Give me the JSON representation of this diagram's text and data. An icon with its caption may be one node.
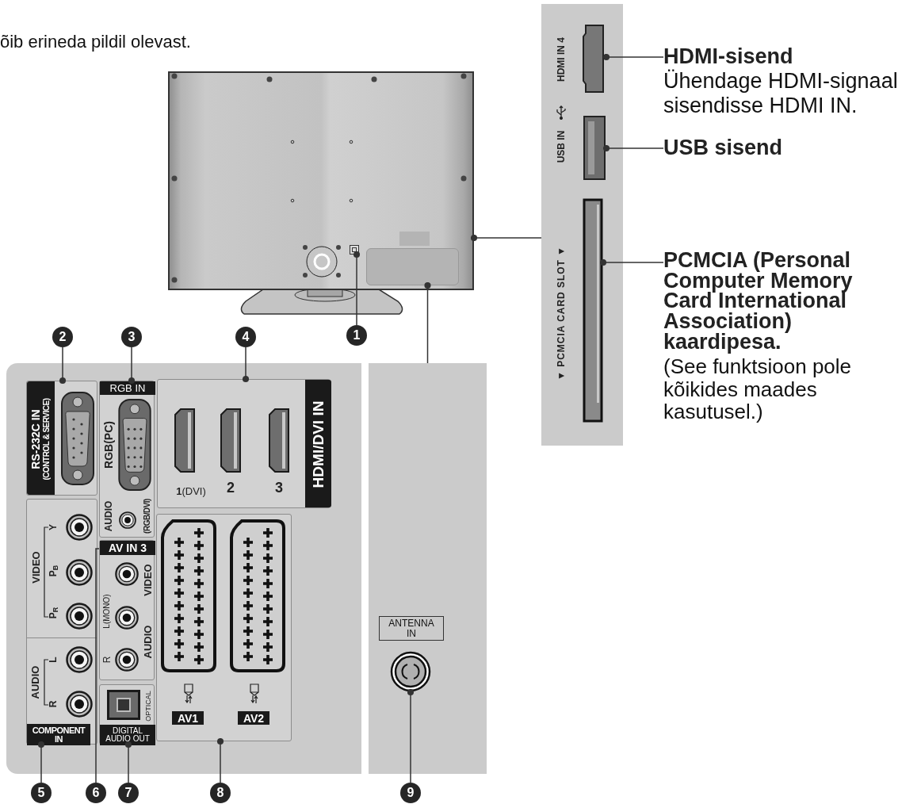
{
  "diagram": {
    "nodes": [
      {
        "text": [],
        "shape": "picture"
      },
      {
        "text": [],
        "shape": "box",
        "in": 0
      },
      {
        "text": [],
        "shape": "box",
        "in": 0
      },
      {
        "text": [
          "HDMI IN 4",
          "USB IN",
          "▼ PCMCIA CARD SLOT ▼"
        ]
      },
      {
        "text": [],
        "shape": "box",
        "in": 3
      },
      {
        "text": [],
        "shape": "box",
        "in": 3
      },
      {
        "text": [],
        "shape": "box",
        "in": 3
      },
      {
        "text": [
          "HDMI-sisend",
          "Ühendage HDMI-signaal sisendisse HDMI IN."
        ]
      },
      {
        "text": [
          "USB sisend"
        ]
      },
      {
        "text": [
          "PCMCIA (Personal Computer Memory Card International Association) kaardipesa.",
          "(See funktsioon pole kõikides maades kasutusel.)"
        ]
      },
      {
        "text": [],
        "shape": "box"
      },
      {
        "text": [
          "RS-232C IN",
          "(CONTROL & SERVICE)"
        ],
        "in": 10
      },
      {
        "text": [
          "RGB IN",
          "RGB(PC)",
          "AUDIO",
          "(RGB/DVI)"
        ],
        "in": 10
      },
      {
        "text": [
          "HDMI/DVI IN",
          "**1**(DVI)",
          "2",
          "3"
        ],
        "in": 10
      },
      {
        "text": [
          "VIDEO",
          "Y",
          "P$_{B}$",
          "P$_{R}$",
          "AUDIO",
          "L",
          "R",
          "COMPONENT IN"
        ],
        "in": 10
      },
      {
        "text": [
          "AV IN 3",
          "VIDEO",
          "L(MONO)",
          "AUDIO",
          "R"
        ],
        "in": 10
      },
      {
        "text": [
          "OPTICAL",
          "DIGITAL AUDIO OUT"
        ],
        "in": 10
      },
      {
        "text": [
          "AV1",
          "AV2"
        ],
        "in": 10
      },
      {
        "text": [],
        "shape": "box"
      },
      {
        "text": [
          "ANTENNA IN"
        ],
        "in": 18
      },
      {
        "text": [],
        "shape": "circle",
        "in": 18
      },
      {
        "text": [
          "1"
        ]
      },
      {
        "text": [
          "2"
        ]
      },
      {
        "text": [
          "3"
        ]
      },
      {
        "text": [
          "4"
        ]
      },
      {
        "text": [
          "5"
        ]
      },
      {
        "text": [
          "6"
        ]
      },
      {
        "text": [
          "7"
        ]
      },
      {
        "text": [
          "8"
        ]
      },
      {
        "text": [
          "9"
        ]
      }
    ],
    "edges": [
      {
        "from": 21,
        "to": 1,
        "arrow": "other"
      },
      {
        "from": 18,
        "to": 2,
        "arrow": "other"
      },
      {
        "from": 3,
        "to": 0,
        "arrow": "other"
      },
      {
        "from": 7,
        "to": 4,
        "arrow": "other"
      },
      {
        "from": 8,
        "to": 5,
        "arrow": "other"
      },
      {
        "from": 9,
        "to": 6,
        "arrow": "other"
      },
      {
        "from": 22,
        "to": 11,
        "arrow": "other"
      },
      {
        "from": 23,
        "to": 12,
        "arrow": "other"
      },
      {
        "from": 24,
        "to": 13,
        "arrow": "other"
      },
      {
        "from": 25,
        "to": 14,
        "arrow": "other"
      },
      {
        "from": 26,
        "to": 15,
        "arrow": "none"
      },
      {
        "from": 27,
        "to": 16,
        "arrow": "other"
      },
      {
        "from": 28,
        "to": 17,
        "arrow": "other"
      },
      {
        "from": 29,
        "to": 20,
        "arrow": "other"
      }
    ],
    "labels": [
      "õib erineda pildil olevast."
    ]
  }
}
